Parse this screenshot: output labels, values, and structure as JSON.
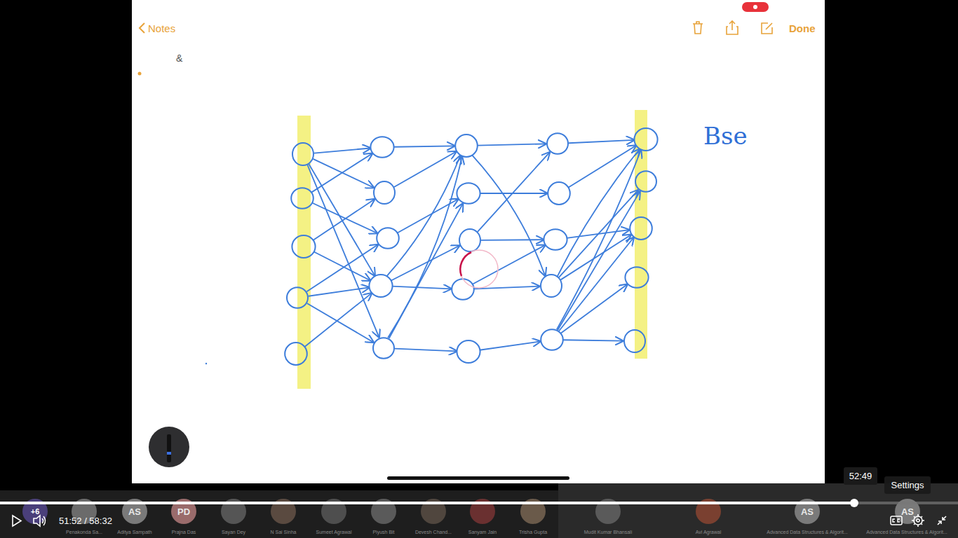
{
  "diagram": {
    "labels": [
      "Notes",
      "Done",
      "&",
      "Bse",
      "+6",
      "AS",
      "PD",
      "AS",
      "AS",
      "Penakonda Sa...",
      "Aditya Sampath",
      "Prajna Das",
      "Sayan Dey",
      "N Sai Sinha",
      "Sumeet Agrawal",
      "Piyush Bit",
      "Devesh Chand...",
      "Sanyam Jain",
      "Trisha Gupta",
      "Mudit Kumar Bhansali",
      "Avi Agrawal",
      "Advanced Data Structures & Algorit...",
      "Advanced Data Structures & Algorit...",
      "51:52 / 58:32",
      "52:49",
      "Settings"
    ]
  }
}
